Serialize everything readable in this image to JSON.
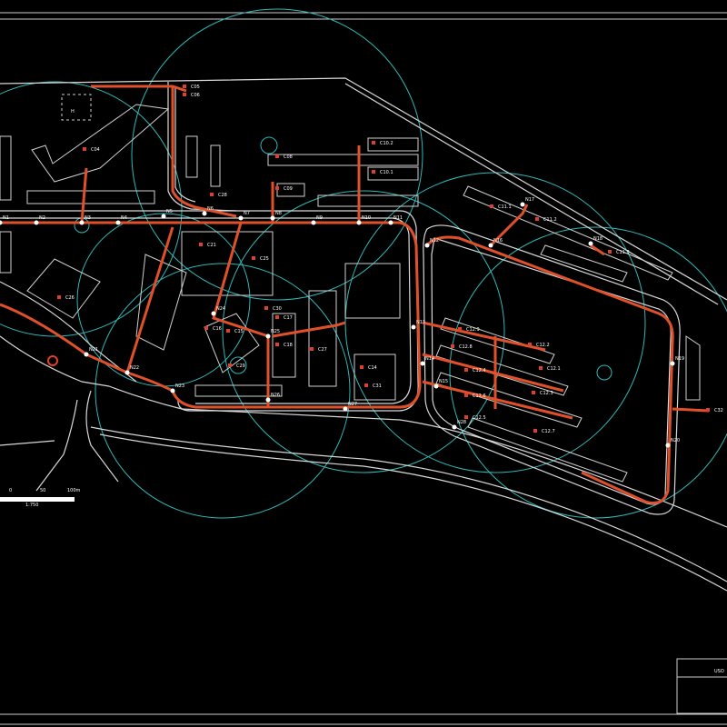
{
  "drawing": {
    "colors": {
      "background": "#000000",
      "roads": "#d8d8d8",
      "pipeline": "#e0502a",
      "coverage_circles": "#2fb8b8",
      "hydrants": "#e0402a"
    },
    "hydrant_labels": [
      "C04",
      "C05",
      "C06",
      "C08",
      "C09",
      "C10.1",
      "C10.2",
      "C11.1",
      "C11.2",
      "C11.3",
      "C12.1",
      "C12.2",
      "C12.3",
      "C12.4",
      "C12.5",
      "C12.6",
      "C12.7",
      "C12.8",
      "C12.9",
      "C14",
      "C15",
      "C16",
      "C17",
      "C18",
      "C21",
      "C25",
      "C26",
      "C27",
      "C28",
      "C29",
      "C30",
      "C31",
      "C32"
    ],
    "node_labels": [
      "N1",
      "N2",
      "N3",
      "N4",
      "N5",
      "N6",
      "N7",
      "N8",
      "N9",
      "N10",
      "N11",
      "N12",
      "N13",
      "N14",
      "N15",
      "N16",
      "N17",
      "N18",
      "N19",
      "N20",
      "N21",
      "N22",
      "N23",
      "N24",
      "N25",
      "N26",
      "N27",
      "N28"
    ],
    "helipad_symbol": "H",
    "scale": {
      "ticks": [
        "0",
        "50",
        "100m"
      ],
      "ratio": "1:750"
    },
    "title_block": {
      "text": "USO"
    }
  }
}
